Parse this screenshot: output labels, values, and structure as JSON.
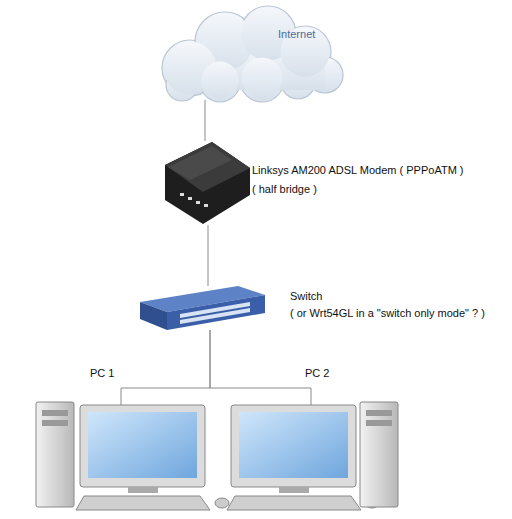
{
  "diagram": {
    "nodes": [
      {
        "text": [
          "Internet"
        ]
      },
      {
        "text": [
          "Linksys AM200 ADSL Modem ( PPPoATM )",
          "( half bridge )"
        ]
      },
      {
        "text": [
          "Switch",
          "( or Wrt54GL in a \"switch only mode\" ? )"
        ]
      },
      {
        "text": [
          "PC 1"
        ]
      },
      {
        "text": [
          "PC 2"
        ]
      }
    ],
    "edges": [
      {
        "from": 0,
        "to": 1,
        "arrow": "none"
      },
      {
        "from": 1,
        "to": 2,
        "arrow": "none"
      },
      {
        "from": 2,
        "to": 3,
        "arrow": "none"
      },
      {
        "from": 2,
        "to": 4,
        "arrow": "none"
      }
    ]
  }
}
